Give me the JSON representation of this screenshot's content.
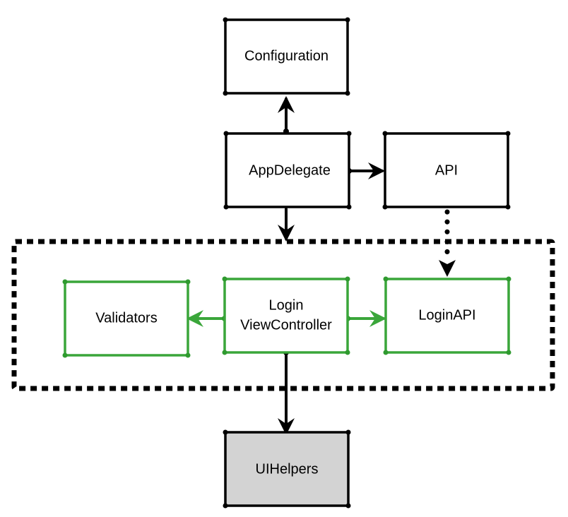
{
  "colors": {
    "default_border": "#000000",
    "module_border": "#3aa63a",
    "helper_fill": "#d3d3d3",
    "background": "#ffffff"
  },
  "nodes": {
    "configuration": {
      "label": "Configuration",
      "style": "default"
    },
    "app_delegate": {
      "label": "AppDelegate",
      "style": "default"
    },
    "api": {
      "label": "API",
      "style": "default"
    },
    "validators": {
      "label": "Validators",
      "style": "module"
    },
    "login_view_controller": {
      "label_line1": "Login",
      "label_line2": "ViewController",
      "style": "module"
    },
    "login_api": {
      "label": "LoginAPI",
      "style": "module"
    },
    "ui_helpers": {
      "label": "UIHelpers",
      "style": "helper"
    }
  },
  "edges": [
    {
      "from": "AppDelegate",
      "to": "Configuration",
      "style": "solid"
    },
    {
      "from": "AppDelegate",
      "to": "API",
      "style": "solid"
    },
    {
      "from": "AppDelegate",
      "to": "Login module",
      "style": "solid"
    },
    {
      "from": "API",
      "to": "LoginAPI",
      "style": "dotted"
    },
    {
      "from": "LoginViewController",
      "to": "Validators",
      "style": "solid-green"
    },
    {
      "from": "LoginViewController",
      "to": "LoginAPI",
      "style": "solid-green"
    },
    {
      "from": "LoginViewController",
      "to": "UIHelpers",
      "style": "solid"
    }
  ]
}
